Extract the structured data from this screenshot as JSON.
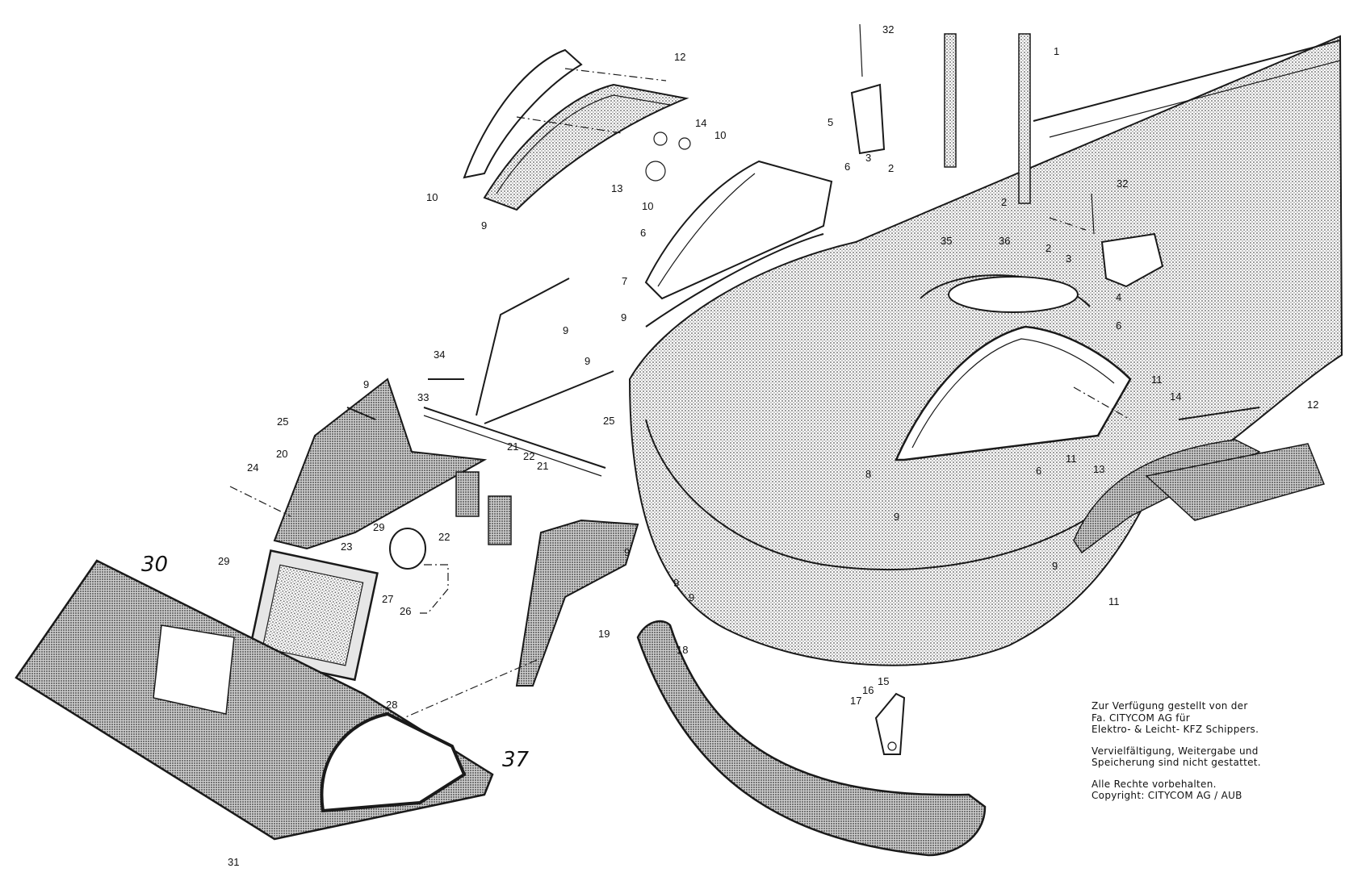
{
  "diagram": {
    "part_labels": [
      "1",
      "2",
      "3",
      "4",
      "5",
      "6",
      "7",
      "8",
      "9",
      "10",
      "11",
      "12",
      "13",
      "14",
      "15",
      "16",
      "17",
      "18",
      "19",
      "20",
      "21",
      "22",
      "23",
      "24",
      "25",
      "26",
      "27",
      "28",
      "29",
      "30",
      "31",
      "32",
      "33",
      "34",
      "35",
      "36",
      "37"
    ],
    "handwritten_labels": [
      "30",
      "37"
    ],
    "colors": {
      "ink": "#1a1a1a",
      "shade": "#9a9a9a",
      "paper": "#ffffff"
    }
  },
  "notice": {
    "line1": "Zur Verfügung gestellt von der",
    "line2": "Fa. CITYCOM AG für",
    "line3": "Elektro- & Leicht- KFZ Schippers.",
    "line4": "Vervielfältigung, Weitergabe und",
    "line5": "Speicherung sind nicht gestattet.",
    "line6": "Alle Rechte vorbehalten.",
    "line7": "Copyright: CITYCOM AG / AUB"
  }
}
